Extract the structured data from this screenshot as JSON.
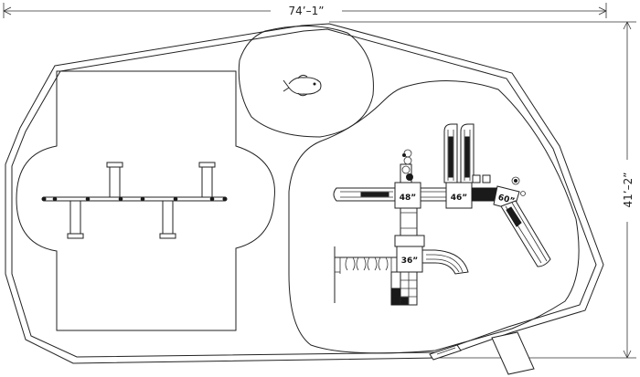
{
  "dimensions": {
    "width_label": "74’–1”",
    "height_label": "41’–2”"
  },
  "decks": [
    {
      "id": "deck-a",
      "label": "48”"
    },
    {
      "id": "deck-b",
      "label": "46”"
    },
    {
      "id": "deck-c",
      "label": "60”"
    },
    {
      "id": "deck-d",
      "label": "36”"
    }
  ]
}
